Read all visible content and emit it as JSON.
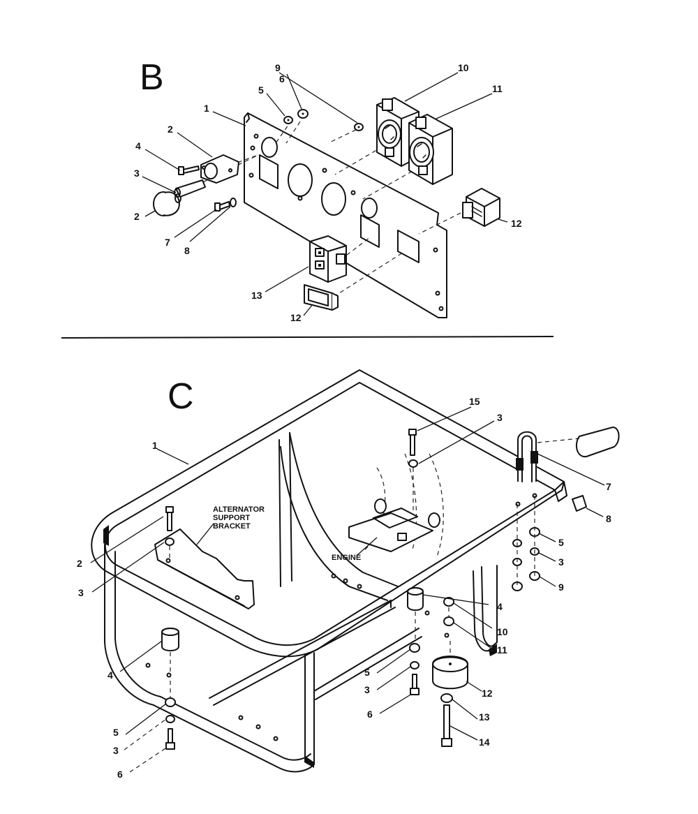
{
  "section_b": {
    "letter": "B",
    "callouts": {
      "c1": "1",
      "c2a": "2",
      "c2b": "2",
      "c3": "3",
      "c4": "4",
      "c5": "5",
      "c6": "6",
      "c7": "7",
      "c8": "8",
      "c9": "9",
      "c10": "10",
      "c11": "11",
      "c12a": "12",
      "c12b": "12",
      "c13": "13"
    }
  },
  "section_c": {
    "letter": "C",
    "labels": {
      "alt_line1": "ALTERNATOR",
      "alt_line2": "SUPPORT",
      "alt_line3": "BRACKET",
      "engine": "ENGINE"
    },
    "callouts": {
      "c1": "1",
      "c2": "2",
      "c3a": "3",
      "c3b": "3",
      "c3c": "3",
      "c3d": "3",
      "c3e": "3",
      "c4a": "4",
      "c4b": "4",
      "c5a": "5",
      "c5b": "5",
      "c5c": "5",
      "c6a": "6",
      "c6b": "6",
      "c7": "7",
      "c8": "8",
      "c9": "9",
      "c10": "10",
      "c11": "11",
      "c12": "12",
      "c13": "13",
      "c14": "14",
      "c15": "15"
    }
  }
}
